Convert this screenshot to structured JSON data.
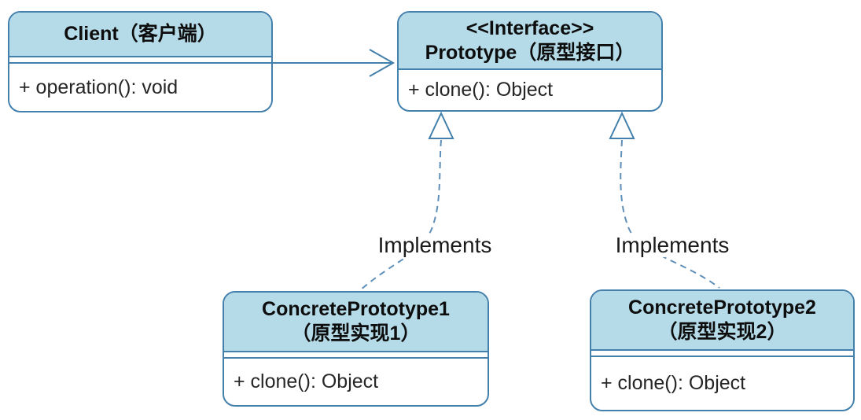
{
  "nodes": {
    "client": {
      "title": "Client（客户端）",
      "method": "+ operation(): void"
    },
    "prototype": {
      "stereotype": "<<Interface>>",
      "title": "Prototype（原型接口）",
      "method": "+ clone(): Object"
    },
    "concrete1": {
      "title": "ConcretePrototype1",
      "subtitle": "（原型实现1）",
      "method": "+ clone(): Object"
    },
    "concrete2": {
      "title": "ConcretePrototype2",
      "subtitle": "（原型实现2）",
      "method": "+ clone(): Object"
    }
  },
  "connectors": {
    "implements1_label": "Implements",
    "implements2_label": "Implements"
  },
  "colors": {
    "node_fill": "#b5dae8",
    "node_border": "#4380ac",
    "association_line": "#4380ac",
    "realization_dash": "#5f8fb8",
    "label_text": "#1a1a1a"
  }
}
